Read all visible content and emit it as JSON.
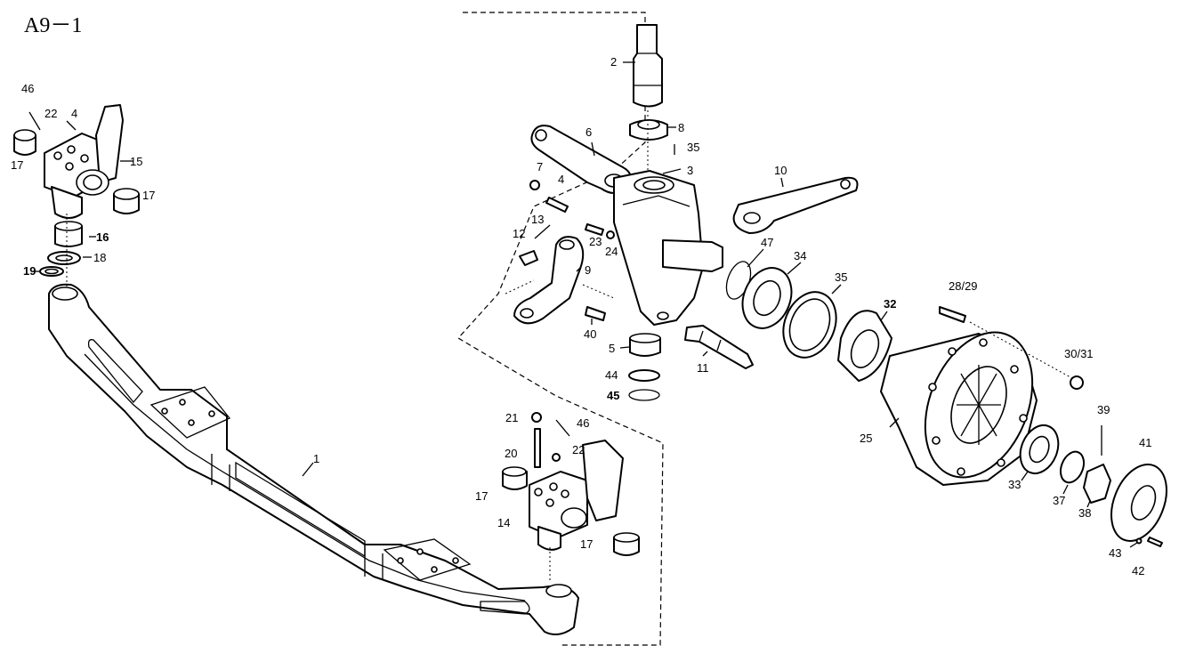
{
  "title": "A9－1",
  "callouts": [
    {
      "id": "c46a",
      "text": "46"
    },
    {
      "id": "c22a",
      "text": "22"
    },
    {
      "id": "c4a",
      "text": "4"
    },
    {
      "id": "c17a",
      "text": "17"
    },
    {
      "id": "c15",
      "text": "15"
    },
    {
      "id": "c17b",
      "text": "17"
    },
    {
      "id": "c16",
      "text": "16"
    },
    {
      "id": "c18",
      "text": "18"
    },
    {
      "id": "c19",
      "text": "19"
    },
    {
      "id": "c1",
      "text": "1"
    },
    {
      "id": "c2",
      "text": "2"
    },
    {
      "id": "c8",
      "text": "8"
    },
    {
      "id": "c6",
      "text": "6"
    },
    {
      "id": "c35a",
      "text": "35"
    },
    {
      "id": "c3",
      "text": "3"
    },
    {
      "id": "c7",
      "text": "7"
    },
    {
      "id": "c4b",
      "text": "4"
    },
    {
      "id": "c10",
      "text": "10"
    },
    {
      "id": "c13",
      "text": "13"
    },
    {
      "id": "c23",
      "text": "23"
    },
    {
      "id": "c12",
      "text": "12"
    },
    {
      "id": "c24",
      "text": "24"
    },
    {
      "id": "c47",
      "text": "47"
    },
    {
      "id": "c34",
      "text": "34"
    },
    {
      "id": "c9",
      "text": "9"
    },
    {
      "id": "c35b",
      "text": "35"
    },
    {
      "id": "c2829",
      "text": "28/29"
    },
    {
      "id": "c32",
      "text": "32"
    },
    {
      "id": "c40",
      "text": "40"
    },
    {
      "id": "c5",
      "text": "5"
    },
    {
      "id": "c11",
      "text": "11"
    },
    {
      "id": "c44",
      "text": "44"
    },
    {
      "id": "c45",
      "text": "45"
    },
    {
      "id": "c3031",
      "text": "30/31"
    },
    {
      "id": "c21",
      "text": "21"
    },
    {
      "id": "c46b",
      "text": "46"
    },
    {
      "id": "c20",
      "text": "20"
    },
    {
      "id": "c22b",
      "text": "22"
    },
    {
      "id": "c39",
      "text": "39"
    },
    {
      "id": "c25",
      "text": "25"
    },
    {
      "id": "c17c",
      "text": "17"
    },
    {
      "id": "c14",
      "text": "14"
    },
    {
      "id": "c41",
      "text": "41"
    },
    {
      "id": "c33",
      "text": "33"
    },
    {
      "id": "c37",
      "text": "37"
    },
    {
      "id": "c38",
      "text": "38"
    },
    {
      "id": "c17d",
      "text": "17"
    },
    {
      "id": "c43",
      "text": "43"
    },
    {
      "id": "c42",
      "text": "42"
    }
  ]
}
